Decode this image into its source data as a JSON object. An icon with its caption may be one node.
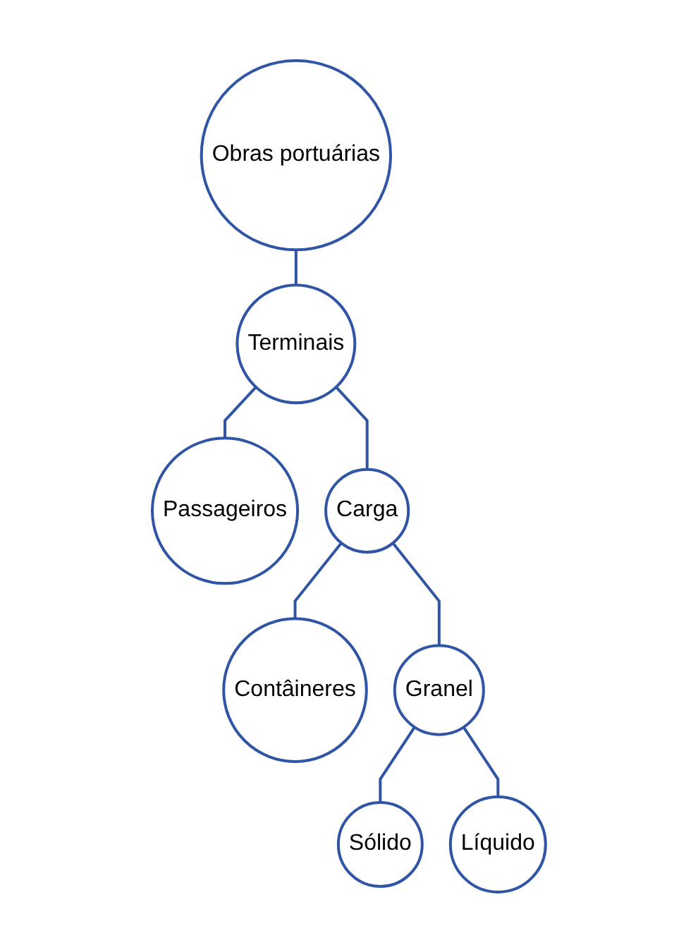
{
  "diagram": {
    "nodes": [
      {
        "text": [
          "Obras portuárias"
        ]
      },
      {
        "text": [
          "Terminais"
        ]
      },
      {
        "text": [
          "Passageiros"
        ]
      },
      {
        "text": [
          "Carga"
        ]
      },
      {
        "text": [
          "Contâineres"
        ]
      },
      {
        "text": [
          "Granel"
        ]
      },
      {
        "text": [
          "Sólido"
        ]
      },
      {
        "text": [
          "Líquido"
        ]
      }
    ],
    "edges": [
      {
        "from": 0,
        "to": 1,
        "arrow": "none"
      },
      {
        "from": 1,
        "to": 2,
        "arrow": "none"
      },
      {
        "from": 1,
        "to": 3,
        "arrow": "none"
      },
      {
        "from": 3,
        "to": 4,
        "arrow": "none"
      },
      {
        "from": 3,
        "to": 5,
        "arrow": "none"
      },
      {
        "from": 5,
        "to": 6,
        "arrow": "none"
      },
      {
        "from": 5,
        "to": 7,
        "arrow": "none"
      }
    ]
  }
}
